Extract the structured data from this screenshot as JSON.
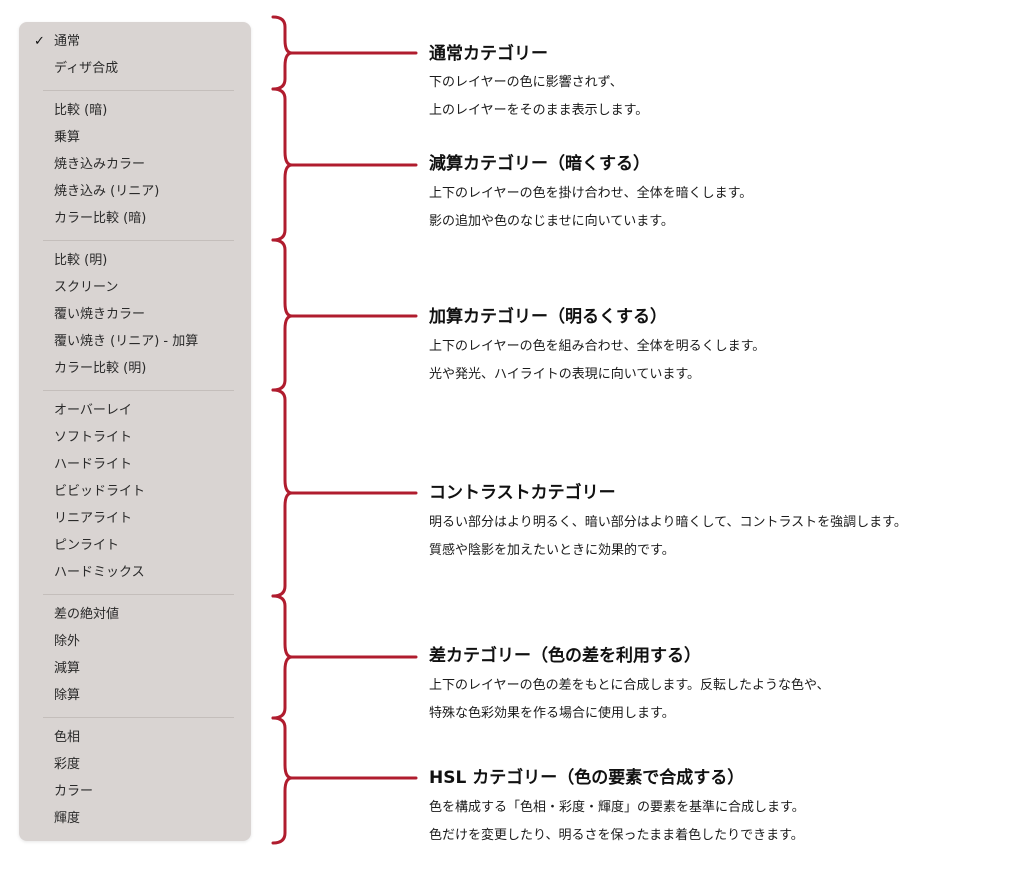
{
  "colors": {
    "accent": "#b01c2e",
    "menu_background": "#d9d4d2"
  },
  "menu": {
    "check_mark": "✓",
    "groups": [
      {
        "items": [
          "通常",
          "ディザ合成"
        ]
      },
      {
        "items": [
          "比較 (暗)",
          "乗算",
          "焼き込みカラー",
          "焼き込み (リニア)",
          "カラー比較 (暗)"
        ]
      },
      {
        "items": [
          "比較 (明)",
          "スクリーン",
          "覆い焼きカラー",
          "覆い焼き (リニア) - 加算",
          "カラー比較 (明)"
        ]
      },
      {
        "items": [
          "オーバーレイ",
          "ソフトライト",
          "ハードライト",
          "ビビッドライト",
          "リニアライト",
          "ピンライト",
          "ハードミックス"
        ]
      },
      {
        "items": [
          "差の絶対値",
          "除外",
          "減算",
          "除算"
        ]
      },
      {
        "items": [
          "色相",
          "彩度",
          "カラー",
          "輝度"
        ]
      }
    ]
  },
  "categories": [
    {
      "title": "通常カテゴリー",
      "lines": [
        "下のレイヤーの色に影響されず、",
        "上のレイヤーをそのまま表示します。"
      ]
    },
    {
      "title": "減算カテゴリー（暗くする）",
      "lines": [
        "上下のレイヤーの色を掛け合わせ、全体を暗くします。",
        "影の追加や色のなじませに向いています。"
      ]
    },
    {
      "title": "加算カテゴリー（明るくする）",
      "lines": [
        "上下のレイヤーの色を組み合わせ、全体を明るくします。",
        "光や発光、ハイライトの表現に向いています。"
      ]
    },
    {
      "title": "コントラストカテゴリー",
      "lines": [
        "明るい部分はより明るく、暗い部分はより暗くして、コントラストを強調します。",
        "質感や陰影を加えたいときに効果的です。"
      ]
    },
    {
      "title": "差カテゴリー（色の差を利用する）",
      "lines": [
        "上下のレイヤーの色の差をもとに合成します。反転したような色や、",
        "特殊な色彩効果を作る場合に使用します。"
      ]
    },
    {
      "title": "HSL カテゴリー（色の要素で合成する）",
      "lines": [
        "色を構成する「色相・彩度・輝度」の要素を基準に合成します。",
        "色だけを変更したり、明るさを保ったまま着色したりできます。"
      ]
    }
  ]
}
